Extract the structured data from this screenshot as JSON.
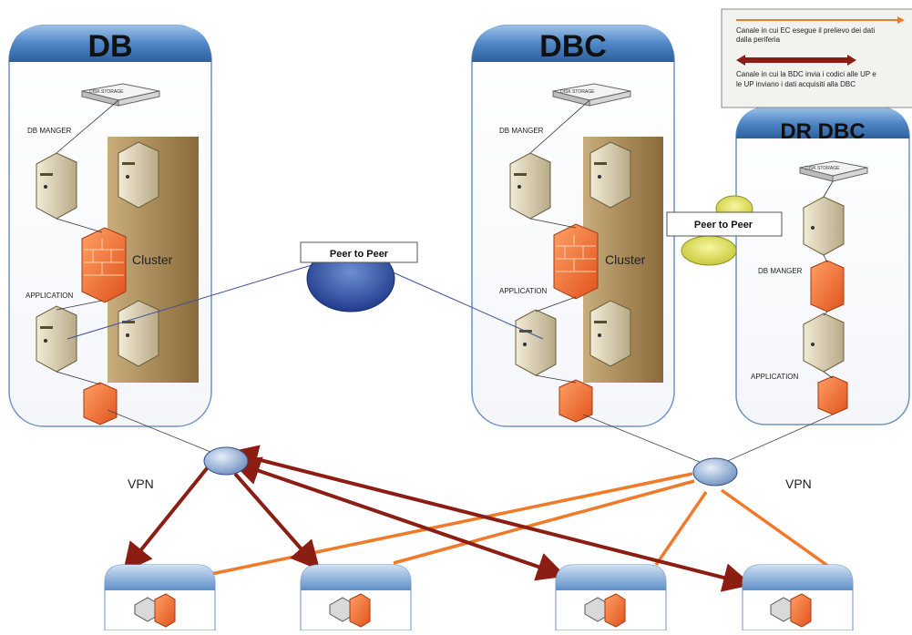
{
  "sites": {
    "db": {
      "title": "DB",
      "storage": "DISK STORAGE",
      "manager": "DB MANGER",
      "application": "APPLICATION",
      "cluster": "Cluster"
    },
    "dbc": {
      "title": "DBC",
      "storage": "DISK STORAGE",
      "manager": "DB MANGER",
      "application": "APPLICATION",
      "cluster": "Cluster"
    },
    "drdbc": {
      "title": "DR DBC",
      "storage": "DISK STORAGE",
      "manager": "DB MANGER",
      "application": "APPLICATION"
    }
  },
  "peer_links": {
    "main": "Peer to Peer",
    "dr": "Peer to Peer"
  },
  "vpn": {
    "left": "VPN",
    "right": "VPN"
  },
  "legend": {
    "line1": "Canale in cui EC esegue il prelievo dei dati",
    "line2": "dalla periferia",
    "line3": "Canale in cui la BDC invia i codici alle UP e",
    "line4": "le UP inviano i dati acquisiti alla DBC"
  },
  "colors": {
    "site_header": "#4f86c6",
    "peer_link_orange": "#f07a2a",
    "bdc_channel_darkred": "#8b1d12",
    "cluster_panel": "#b89a66"
  }
}
